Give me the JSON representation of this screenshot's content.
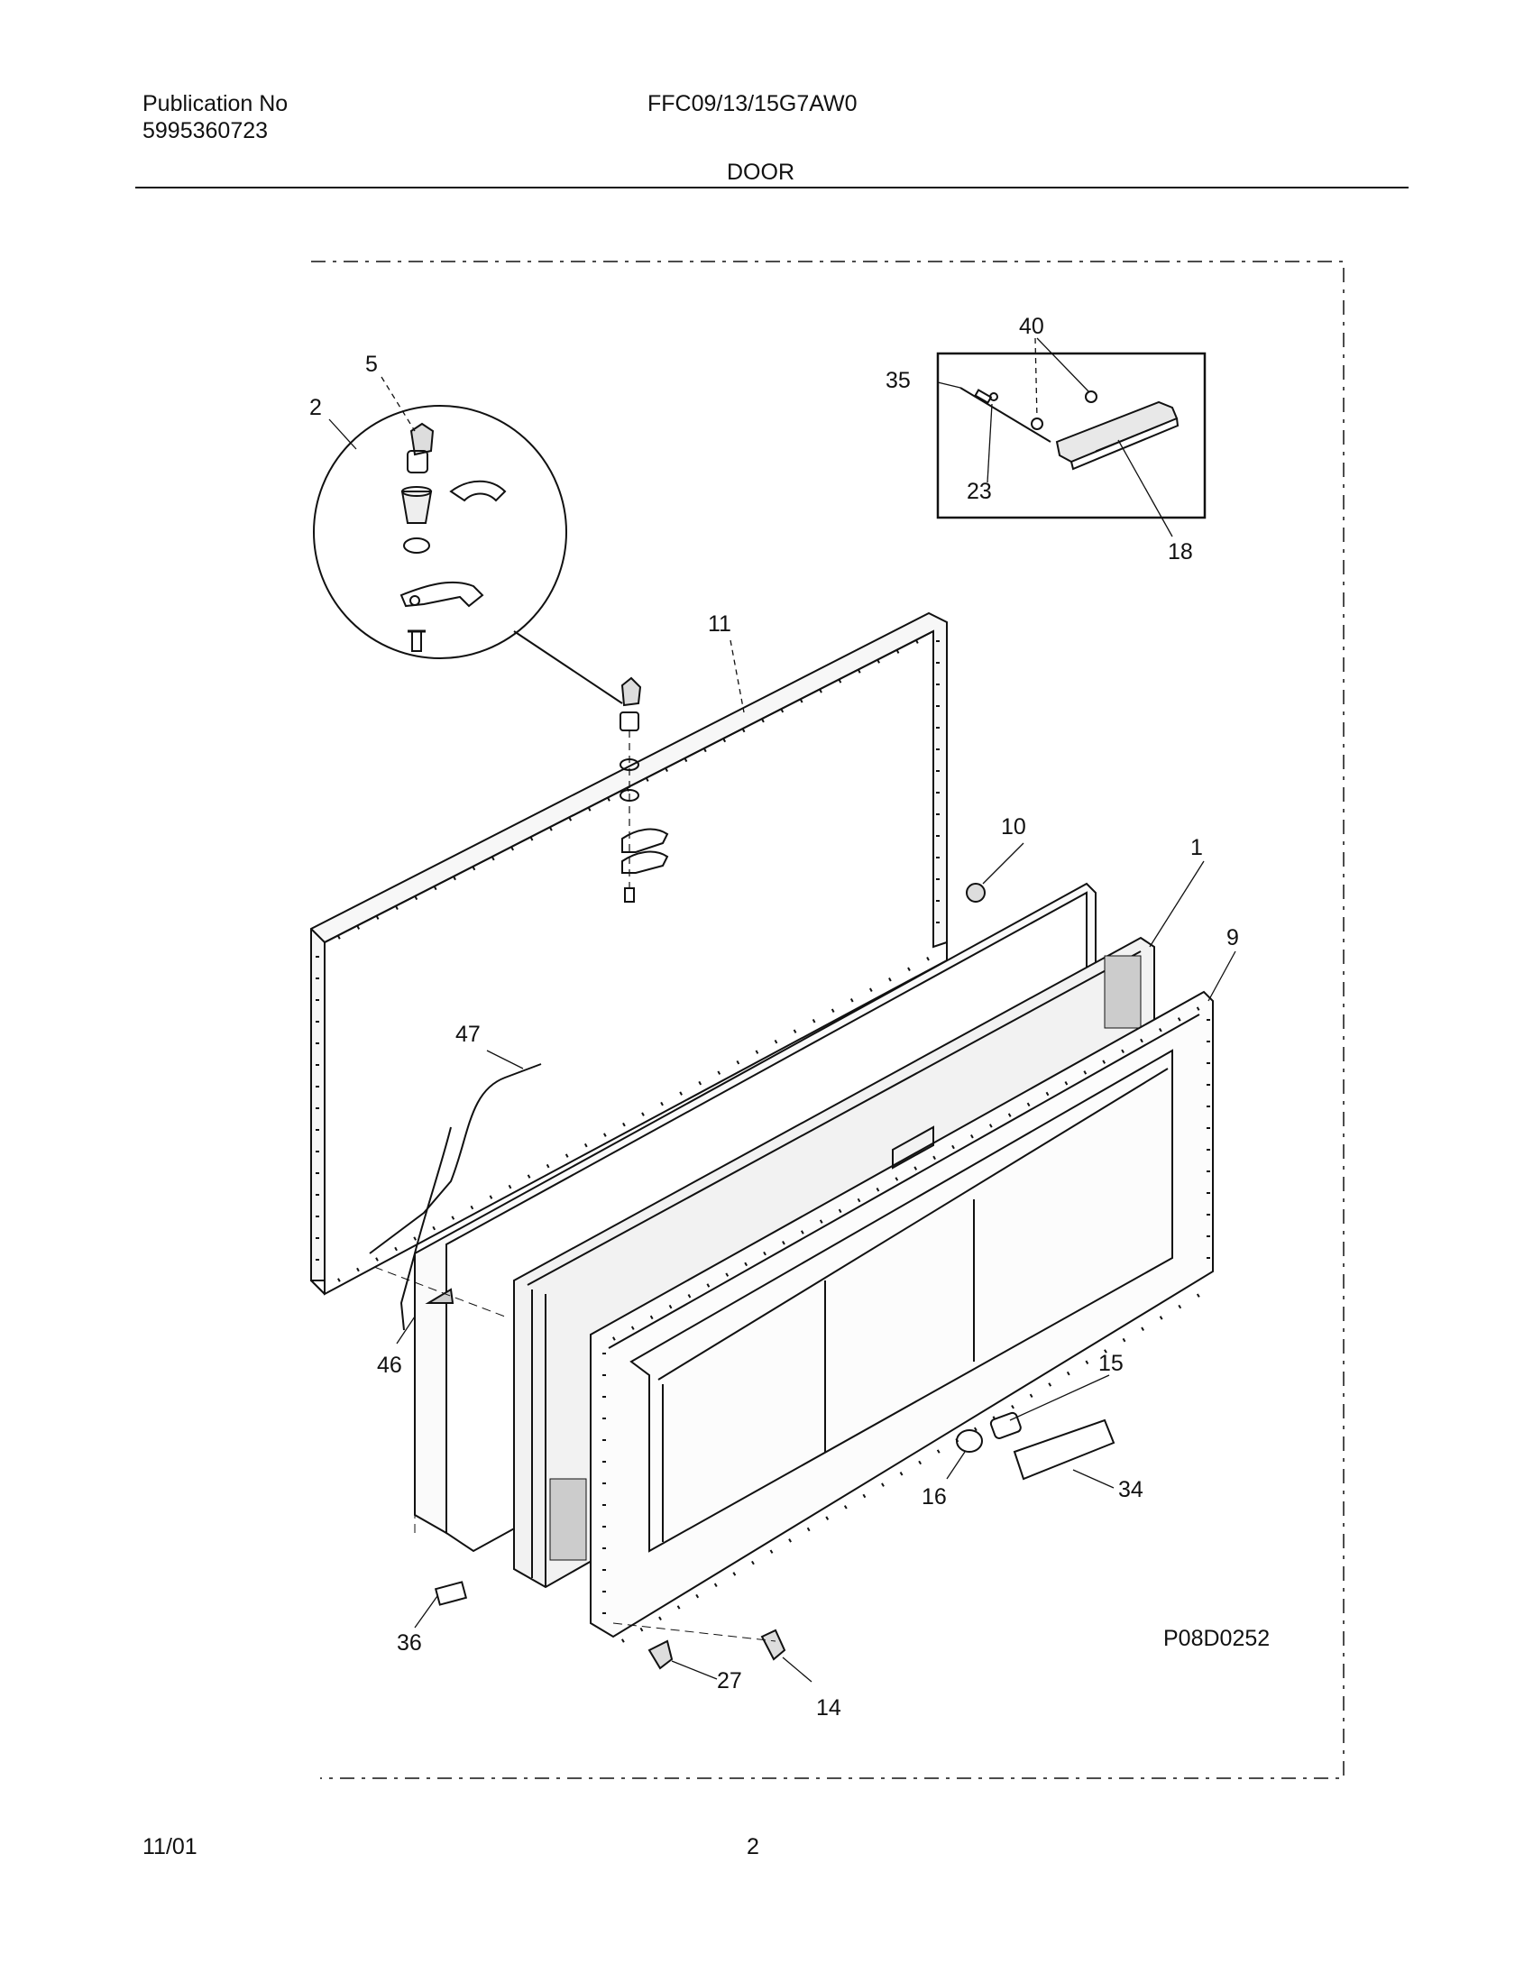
{
  "header": {
    "publication_label": "Publication No",
    "publication_number": "5995360723",
    "model": "FFC09/13/15G7AW0",
    "section_title": "DOOR"
  },
  "diagram": {
    "drawing_code": "P08D0252",
    "callouts": {
      "c1": "1",
      "c2": "2",
      "c5": "5",
      "c9": "9",
      "c10": "10",
      "c11": "11",
      "c14": "14",
      "c15": "15",
      "c16": "16",
      "c18": "18",
      "c23": "23",
      "c27": "27",
      "c34": "34",
      "c35": "35",
      "c36": "36",
      "c40": "40",
      "c46": "46",
      "c47": "47"
    }
  },
  "footer": {
    "date": "11/01",
    "page": "2"
  }
}
